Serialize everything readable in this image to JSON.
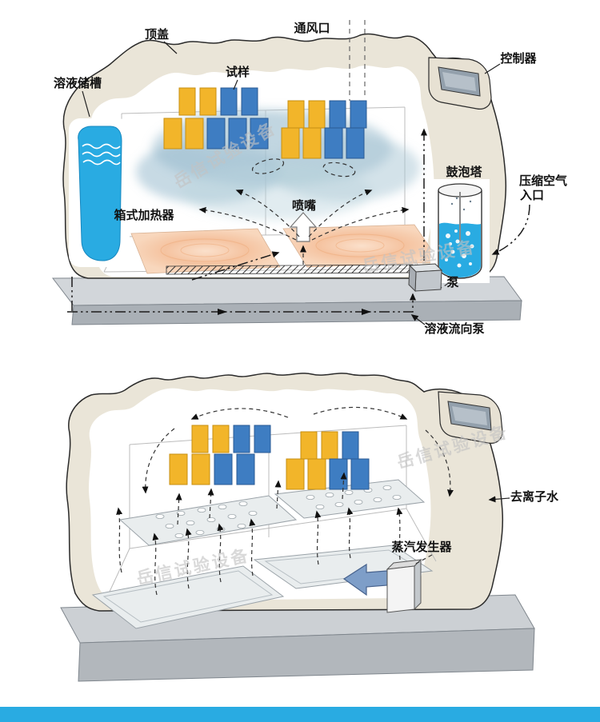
{
  "watermark": "岳信试验设备",
  "palette": {
    "chamber_body": "#eae5d8",
    "sample_yellow": "#f2b52a",
    "sample_blue": "#3e7dc2",
    "water_blue": "#29abe2",
    "heater_orange": "#f5c3a0",
    "base_gray": "#b2b7bc",
    "footer_blue": "#29abe2"
  },
  "top": {
    "labels": {
      "top_cover": "顶盖",
      "vent": "通风口",
      "controller": "控制器",
      "solution_tank": "溶液储槽",
      "specimen": "试样",
      "box_heater": "箱式加热器",
      "nozzle": "喷嘴",
      "bubble_tower": "鼓泡塔",
      "compressed_air": "压缩空气",
      "inlet": "入口",
      "pump": "泵",
      "solution_to_pump": "溶液流向泵"
    }
  },
  "bottom": {
    "labels": {
      "deionized_water": "去离子水",
      "steam_generator": "蒸汽发生器"
    }
  }
}
